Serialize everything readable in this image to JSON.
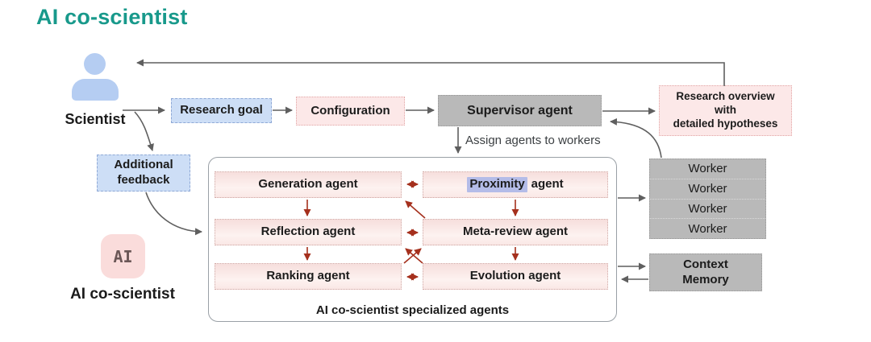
{
  "title": "AI co-scientist",
  "colors": {
    "title_teal": "#18998b",
    "red_arrow": "#a5301d",
    "gray_arrow": "#5f5f5f",
    "blue_box_fill": "#cddef6",
    "pink_box_fill": "#fce8e8",
    "gray_box_fill": "#b9b9b9",
    "proximity_highlight": "#b4bce8",
    "person_icon_blue": "#b5cdf2",
    "ai_badge_pink": "#fadcdb"
  },
  "actors": {
    "scientist_label": "Scientist",
    "scientist_icon": "person-icon",
    "ai_icon": "ai-badge-icon",
    "ai_icon_text": "AI",
    "ai_label": "AI co-scientist"
  },
  "flow": {
    "research_goal": "Research goal",
    "configuration": "Configuration",
    "supervisor": "Supervisor agent",
    "assign_label": "Assign agents to workers",
    "research_overview_lines": [
      "Research overview",
      "with",
      "detailed hypotheses"
    ],
    "additional_feedback_lines": [
      "Additional",
      "feedback"
    ]
  },
  "agents": {
    "generation": "Generation agent",
    "proximity_highlight": "Proximity",
    "proximity_rest": "agent",
    "reflection": "Reflection agent",
    "meta_review": "Meta-review agent",
    "ranking": "Ranking agent",
    "evolution": "Evolution agent",
    "container_label": "AI co-scientist specialized agents"
  },
  "workers": {
    "items": [
      "Worker",
      "Worker",
      "Worker",
      "Worker"
    ]
  },
  "memory": {
    "context_memory_lines": [
      "Context",
      "Memory"
    ]
  }
}
